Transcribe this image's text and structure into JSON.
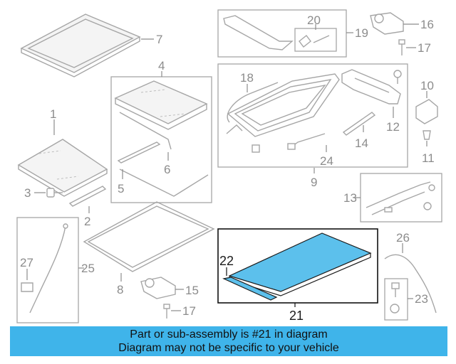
{
  "callouts": {
    "c1": "1",
    "c2": "2",
    "c3": "3",
    "c4": "4",
    "c5": "5",
    "c6": "6",
    "c7": "7",
    "c8": "8",
    "c9": "9",
    "c10": "10",
    "c11": "11",
    "c12": "12",
    "c13": "13",
    "c14": "14",
    "c15": "15",
    "c16": "16",
    "c17a": "17",
    "c17b": "17",
    "c18": "18",
    "c19": "19",
    "c20": "20",
    "c21": "21",
    "c22": "22",
    "c23": "23",
    "c24": "24",
    "c25": "25",
    "c26": "26",
    "c27": "27"
  },
  "banner": {
    "line1": "Part or sub-assembly is #21 in diagram",
    "line2": "Diagram may not be specific to your vehicle"
  },
  "colors": {
    "banner_bg": "#3fb4ea",
    "highlight_fill": "#5cc0ec",
    "part_stroke": "#a6a6a6",
    "callout_text": "#8c8c8c"
  }
}
